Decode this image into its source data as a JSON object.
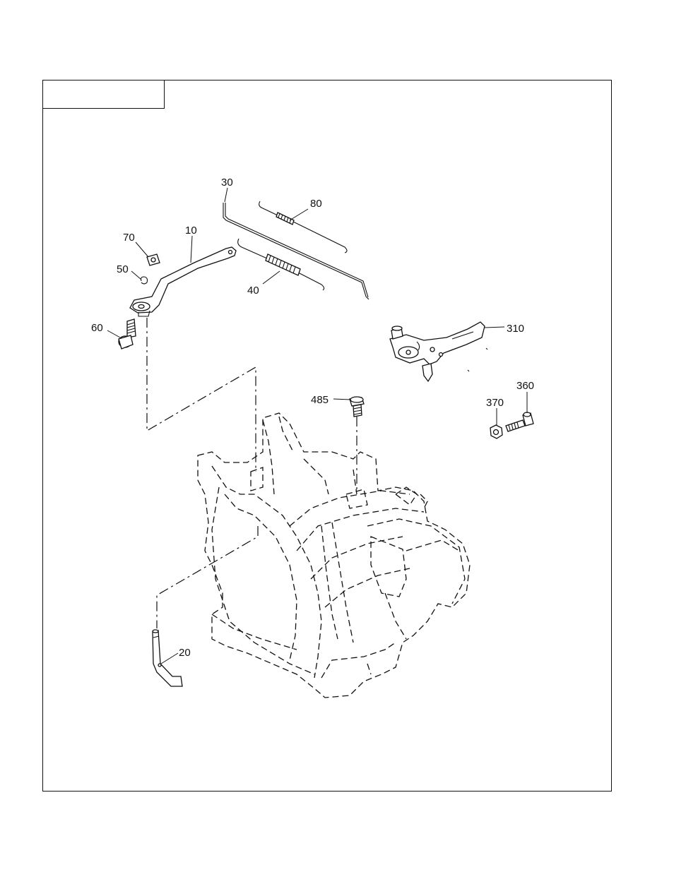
{
  "diagram": {
    "title_box_text": "",
    "part_labels": {
      "p10": "10",
      "p20": "20",
      "p30": "30",
      "p40": "40",
      "p50": "50",
      "p60": "60",
      "p70": "70",
      "p80": "80",
      "p310": "310",
      "p360": "360",
      "p370": "370",
      "p485": "485"
    },
    "parts": [
      {
        "number": "10",
        "item": "lever-arm"
      },
      {
        "number": "20",
        "item": "governor-shaft"
      },
      {
        "number": "30",
        "item": "link-rod"
      },
      {
        "number": "40",
        "item": "spring"
      },
      {
        "number": "50",
        "item": "clip"
      },
      {
        "number": "60",
        "item": "bolt"
      },
      {
        "number": "70",
        "item": "nut"
      },
      {
        "number": "80",
        "item": "spring"
      },
      {
        "number": "310",
        "item": "control-bracket"
      },
      {
        "number": "360",
        "item": "bolt"
      },
      {
        "number": "370",
        "item": "nut"
      },
      {
        "number": "485",
        "item": "bolt"
      }
    ]
  }
}
